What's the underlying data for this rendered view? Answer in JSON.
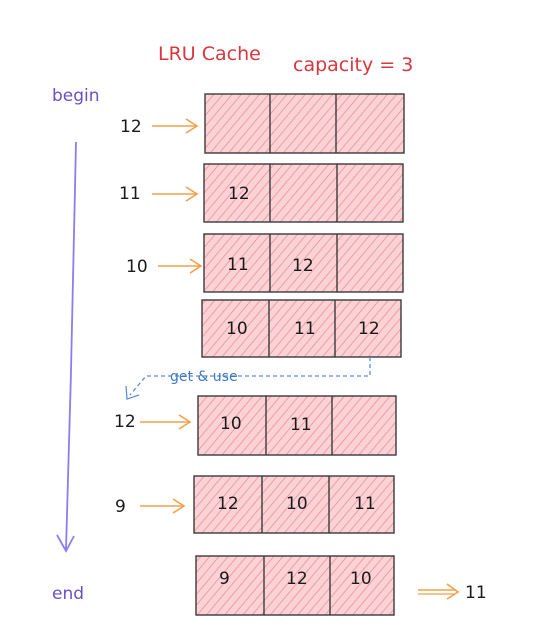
{
  "title": "LRU Cache",
  "capacity_label": "capacity = 3",
  "begin_label": "begin",
  "end_label": "end",
  "get_use_label": "get & use",
  "colors": {
    "title": "#d9363e",
    "begin_end": "#6a4fc8",
    "timeline": "#8e7cf0",
    "arrow": "#f0a14a",
    "cell_fill": "#fbd3d6",
    "cell_hatch": "#f08e99",
    "cell_border": "#3a3a3a",
    "text": "#1a1a1a",
    "dashed": "#5b8fd6",
    "get_use_text": "#3d78c4"
  },
  "steps": [
    {
      "input": "12",
      "cells": [
        "",
        "",
        ""
      ]
    },
    {
      "input": "11",
      "cells": [
        "12",
        "",
        ""
      ]
    },
    {
      "input": "10",
      "cells": [
        "11",
        "12",
        ""
      ]
    },
    {
      "input": "",
      "cells": [
        "10",
        "11",
        "12"
      ]
    },
    {
      "input": "12",
      "cells": [
        "10",
        "11",
        ""
      ]
    },
    {
      "input": "9",
      "cells": [
        "12",
        "10",
        "11"
      ]
    },
    {
      "input": "",
      "cells": [
        "9",
        "12",
        "10"
      ]
    }
  ],
  "evicted": "11"
}
